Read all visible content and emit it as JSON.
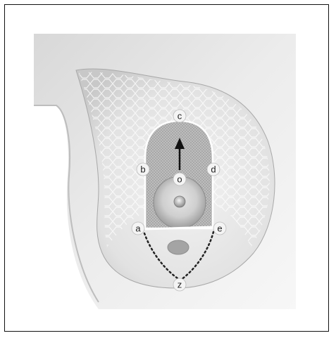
{
  "diagram": {
    "points": {
      "c": "c",
      "b": "b",
      "o": "o",
      "d": "d",
      "a": "a",
      "e": "e",
      "z": "z"
    }
  }
}
